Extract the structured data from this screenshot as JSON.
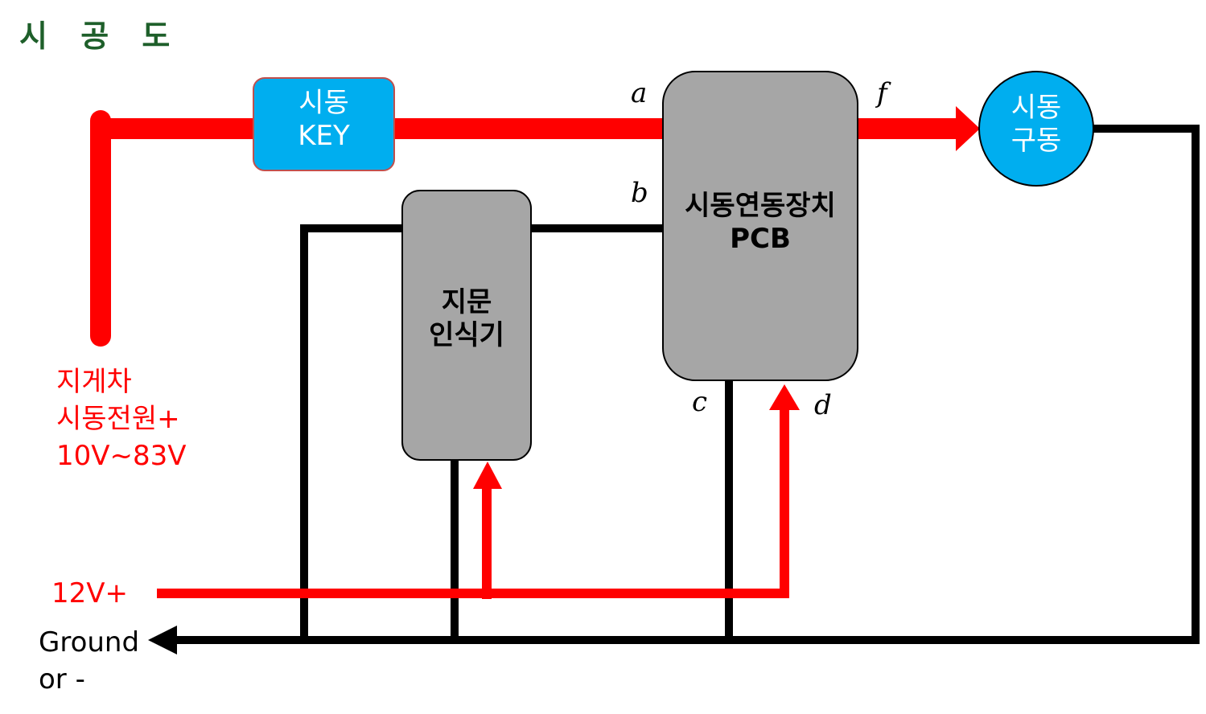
{
  "title": "시 공 도",
  "blocks": {
    "start_key": {
      "line1": "시동",
      "line2": "KEY"
    },
    "fingerprint": {
      "line1": "지문",
      "line2": "인식기"
    },
    "pcb": {
      "line1": "시동연동장치",
      "line2": "PCB"
    },
    "start_drive": {
      "line1": "시동",
      "line2": "구동"
    }
  },
  "pins": {
    "a": "a",
    "b": "b",
    "c": "c",
    "d": "d",
    "f": "f"
  },
  "labels": {
    "power_line1": "지게차",
    "power_line2": "시동전원+",
    "power_line3": "10V~83V",
    "supply_12v": "12V+",
    "ground_line1": "Ground",
    "ground_line2": "or -"
  },
  "colors": {
    "power_line": "#ff0000",
    "ground_line": "#000000",
    "key_fill": "#00aeef",
    "box_fill": "#a6a6a6",
    "title": "#1e5f2a"
  }
}
